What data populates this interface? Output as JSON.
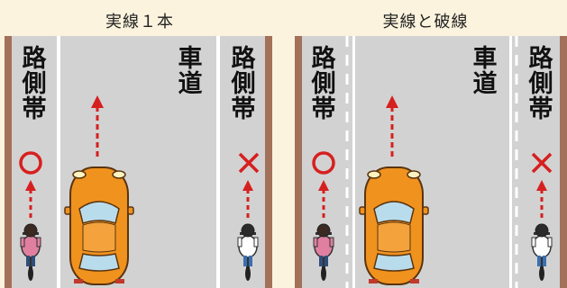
{
  "left_panel": {
    "title": "実線１本",
    "shoulder_left": {
      "label": [
        "路",
        "側",
        "帯"
      ],
      "mark": "circle-ok-icon"
    },
    "roadway": {
      "label": [
        "車",
        "道"
      ]
    },
    "shoulder_right": {
      "label": [
        "路",
        "側",
        "帯"
      ],
      "mark": "cross-ng-icon"
    }
  },
  "right_panel": {
    "title": "実線と破線",
    "shoulder_left": {
      "label": [
        "路",
        "側",
        "帯"
      ],
      "mark": "circle-ok-icon"
    },
    "roadway": {
      "label": [
        "車",
        "道"
      ]
    },
    "shoulder_right": {
      "label": [
        "路",
        "側",
        "帯"
      ],
      "mark": "cross-ng-icon"
    }
  },
  "colors": {
    "background": "#fbf3dd",
    "road": "#d2d2d2",
    "curb": "#a3705a",
    "line": "#ffffff",
    "arrow": "#d6201f",
    "car_body": "#f0921e",
    "car_glass": "#b9dcec"
  }
}
